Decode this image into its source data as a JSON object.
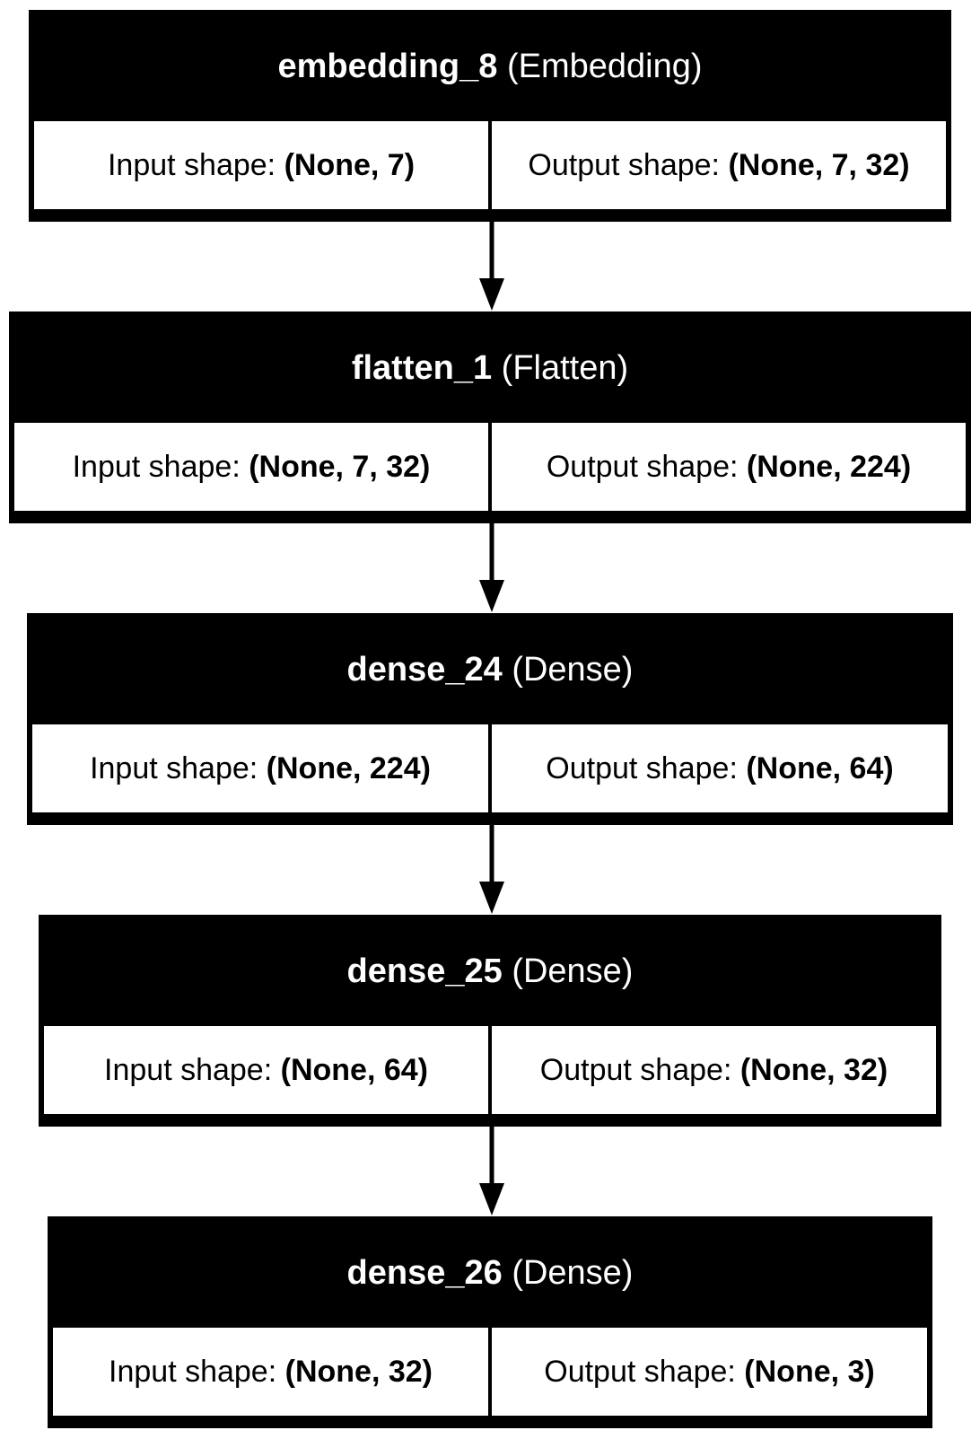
{
  "colors": {
    "header_background": "#000000",
    "header_text": "#ffffff",
    "cell_background": "#ffffff",
    "border": "#000000"
  },
  "layers": [
    {
      "name": "embedding_8",
      "type": "(Embedding)",
      "input_label": "Input shape: ",
      "input_shape": "(None, 7)",
      "output_label": "Output shape: ",
      "output_shape": "(None, 7, 32)"
    },
    {
      "name": "flatten_1",
      "type": "(Flatten)",
      "input_label": "Input shape: ",
      "input_shape": "(None, 7, 32)",
      "output_label": "Output shape: ",
      "output_shape": "(None, 224)"
    },
    {
      "name": "dense_24",
      "type": "(Dense)",
      "input_label": "Input shape: ",
      "input_shape": "(None, 224)",
      "output_label": "Output shape: ",
      "output_shape": "(None, 64)"
    },
    {
      "name": "dense_25",
      "type": "(Dense)",
      "input_label": "Input shape: ",
      "input_shape": "(None, 64)",
      "output_label": "Output shape: ",
      "output_shape": "(None, 32)"
    },
    {
      "name": "dense_26",
      "type": "(Dense)",
      "input_label": "Input shape: ",
      "input_shape": "(None, 32)",
      "output_label": "Output shape: ",
      "output_shape": "(None, 3)"
    }
  ]
}
